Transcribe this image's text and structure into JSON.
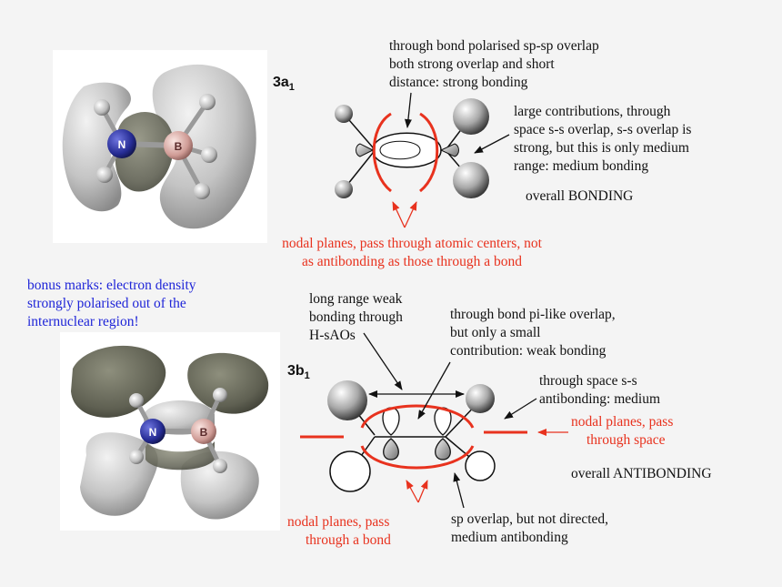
{
  "orbital_top": {
    "label_main": "3a",
    "label_sub": "1",
    "atom_n": "N",
    "atom_b": "B"
  },
  "orbital_bottom": {
    "label_main": "3b",
    "label_sub": "1",
    "atom_n": "N",
    "atom_b": "B"
  },
  "annotations": {
    "top_bond_line1": "through bond polarised sp-sp overlap",
    "top_bond_line2": "both strong overlap and short",
    "top_bond_line3": "distance: strong bonding",
    "top_space_line1": "large contributions, through",
    "top_space_line2": "space s-s overlap, s-s overlap is",
    "top_space_line3": "strong, but this is only medium",
    "top_space_line4": "range: medium bonding",
    "top_overall": "overall BONDING",
    "top_nodal_line1": "nodal planes, pass through atomic centers, not",
    "top_nodal_line2": "as antibonding as those through a bond",
    "bonus_line1": "bonus marks: electron density",
    "bonus_line2": "strongly polarised out of the",
    "bonus_line3": "internuclear region!",
    "long_range_line1": "long range weak",
    "long_range_line2": "bonding through",
    "long_range_line3": "H-sAOs",
    "pi_line1": "through bond pi-like overlap,",
    "pi_line2": "but only a small",
    "pi_line3": "contribution: weak bonding",
    "ss_anti_line1": "through space s-s",
    "ss_anti_line2": "antibonding: medium",
    "space_nodal_line1": "nodal planes, pass",
    "space_nodal_line2": "through space",
    "bottom_overall": "overall ANTIBONDING",
    "bond_nodal_line1": "nodal planes, pass",
    "bond_nodal_line2": "through a bond",
    "sp_line1": "sp overlap, but not directed,",
    "sp_line2": "medium antibonding"
  },
  "colors": {
    "background": "#f4f4f4",
    "annotation_red": "#e8321e",
    "annotation_blue": "#1f25d8",
    "nitrogen": "#2a2f9a",
    "boron": "#d9a6a0",
    "lobe_light": "#c9c9c9",
    "lobe_dark": "#6a6b5e"
  }
}
